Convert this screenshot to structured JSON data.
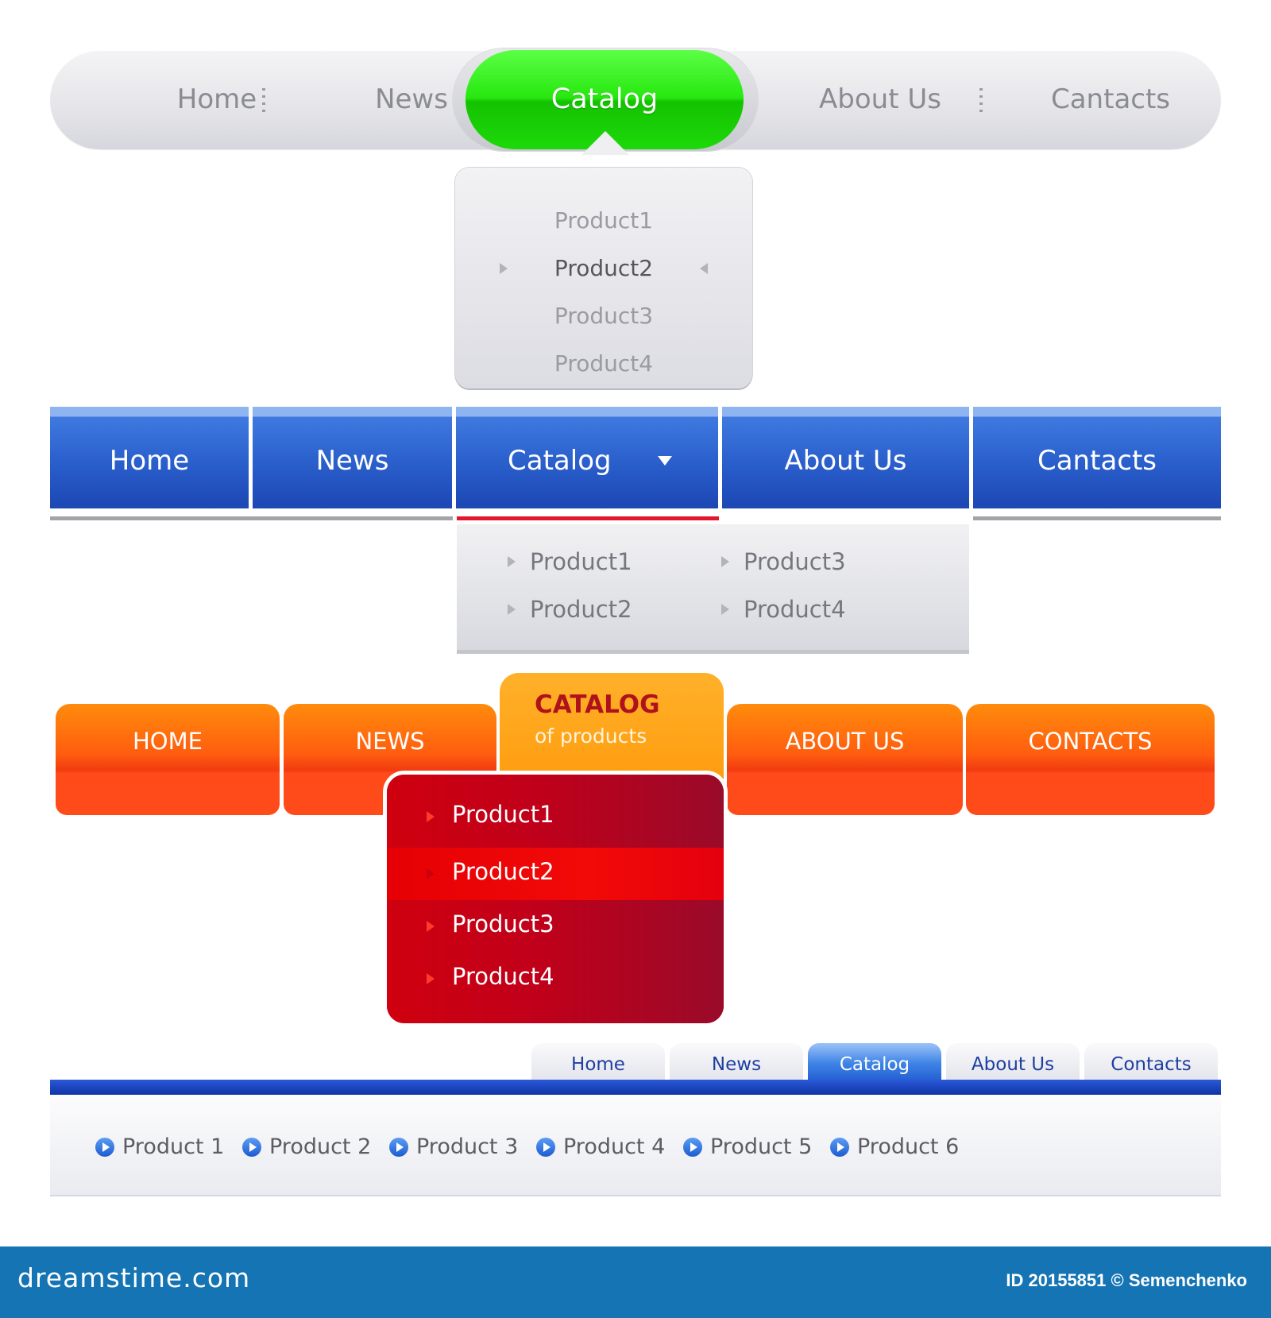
{
  "menu_pill": {
    "items": [
      "Home",
      "News",
      "Catalog",
      "About Us",
      "Cantacts"
    ],
    "active": "Catalog",
    "dropdown": [
      "Product1",
      "Product2",
      "Product3",
      "Product4"
    ],
    "active_color": "#22d90c"
  },
  "menu_blue": {
    "items": [
      "Home",
      "News",
      "Catalog",
      "About Us",
      "Cantacts"
    ],
    "active": "Catalog",
    "dropdown": [
      "Product1",
      "Product2",
      "Product3",
      "Product4"
    ],
    "accent_color": "#2a5fcc",
    "indicator_color": "#e3162b"
  },
  "menu_orange": {
    "items": [
      "HOME",
      "NEWS",
      "ABOUT US",
      "CONTACTS"
    ],
    "active_title": "CATALOG",
    "active_subtitle": "of products",
    "dropdown": [
      "Product1",
      "Product2",
      "Product3",
      "Product4"
    ],
    "highlighted": "Product2",
    "accent_color": "#ff5d0f"
  },
  "menu_tabs": {
    "tabs": [
      "Home",
      "News",
      "Catalog",
      "About Us",
      "Contacts"
    ],
    "active": "Catalog",
    "products": [
      "Product 1",
      "Product 2",
      "Product 3",
      "Product 4",
      "Product 5",
      "Product 6"
    ],
    "accent_color": "#1c47b4"
  },
  "footer": {
    "brand": "dreamstime.com",
    "id_text": "ID 20155851 © Semenchenko"
  }
}
